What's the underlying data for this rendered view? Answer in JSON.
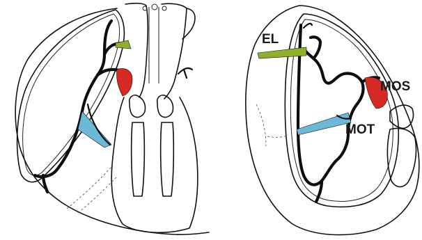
{
  "labels": {
    "el": "EL",
    "mos": "MOS",
    "mot": "MOT"
  },
  "colors": {
    "el": "#8fb02a",
    "mos": "#d42a23",
    "mot": "#6cb8d8",
    "line": "#111111"
  }
}
